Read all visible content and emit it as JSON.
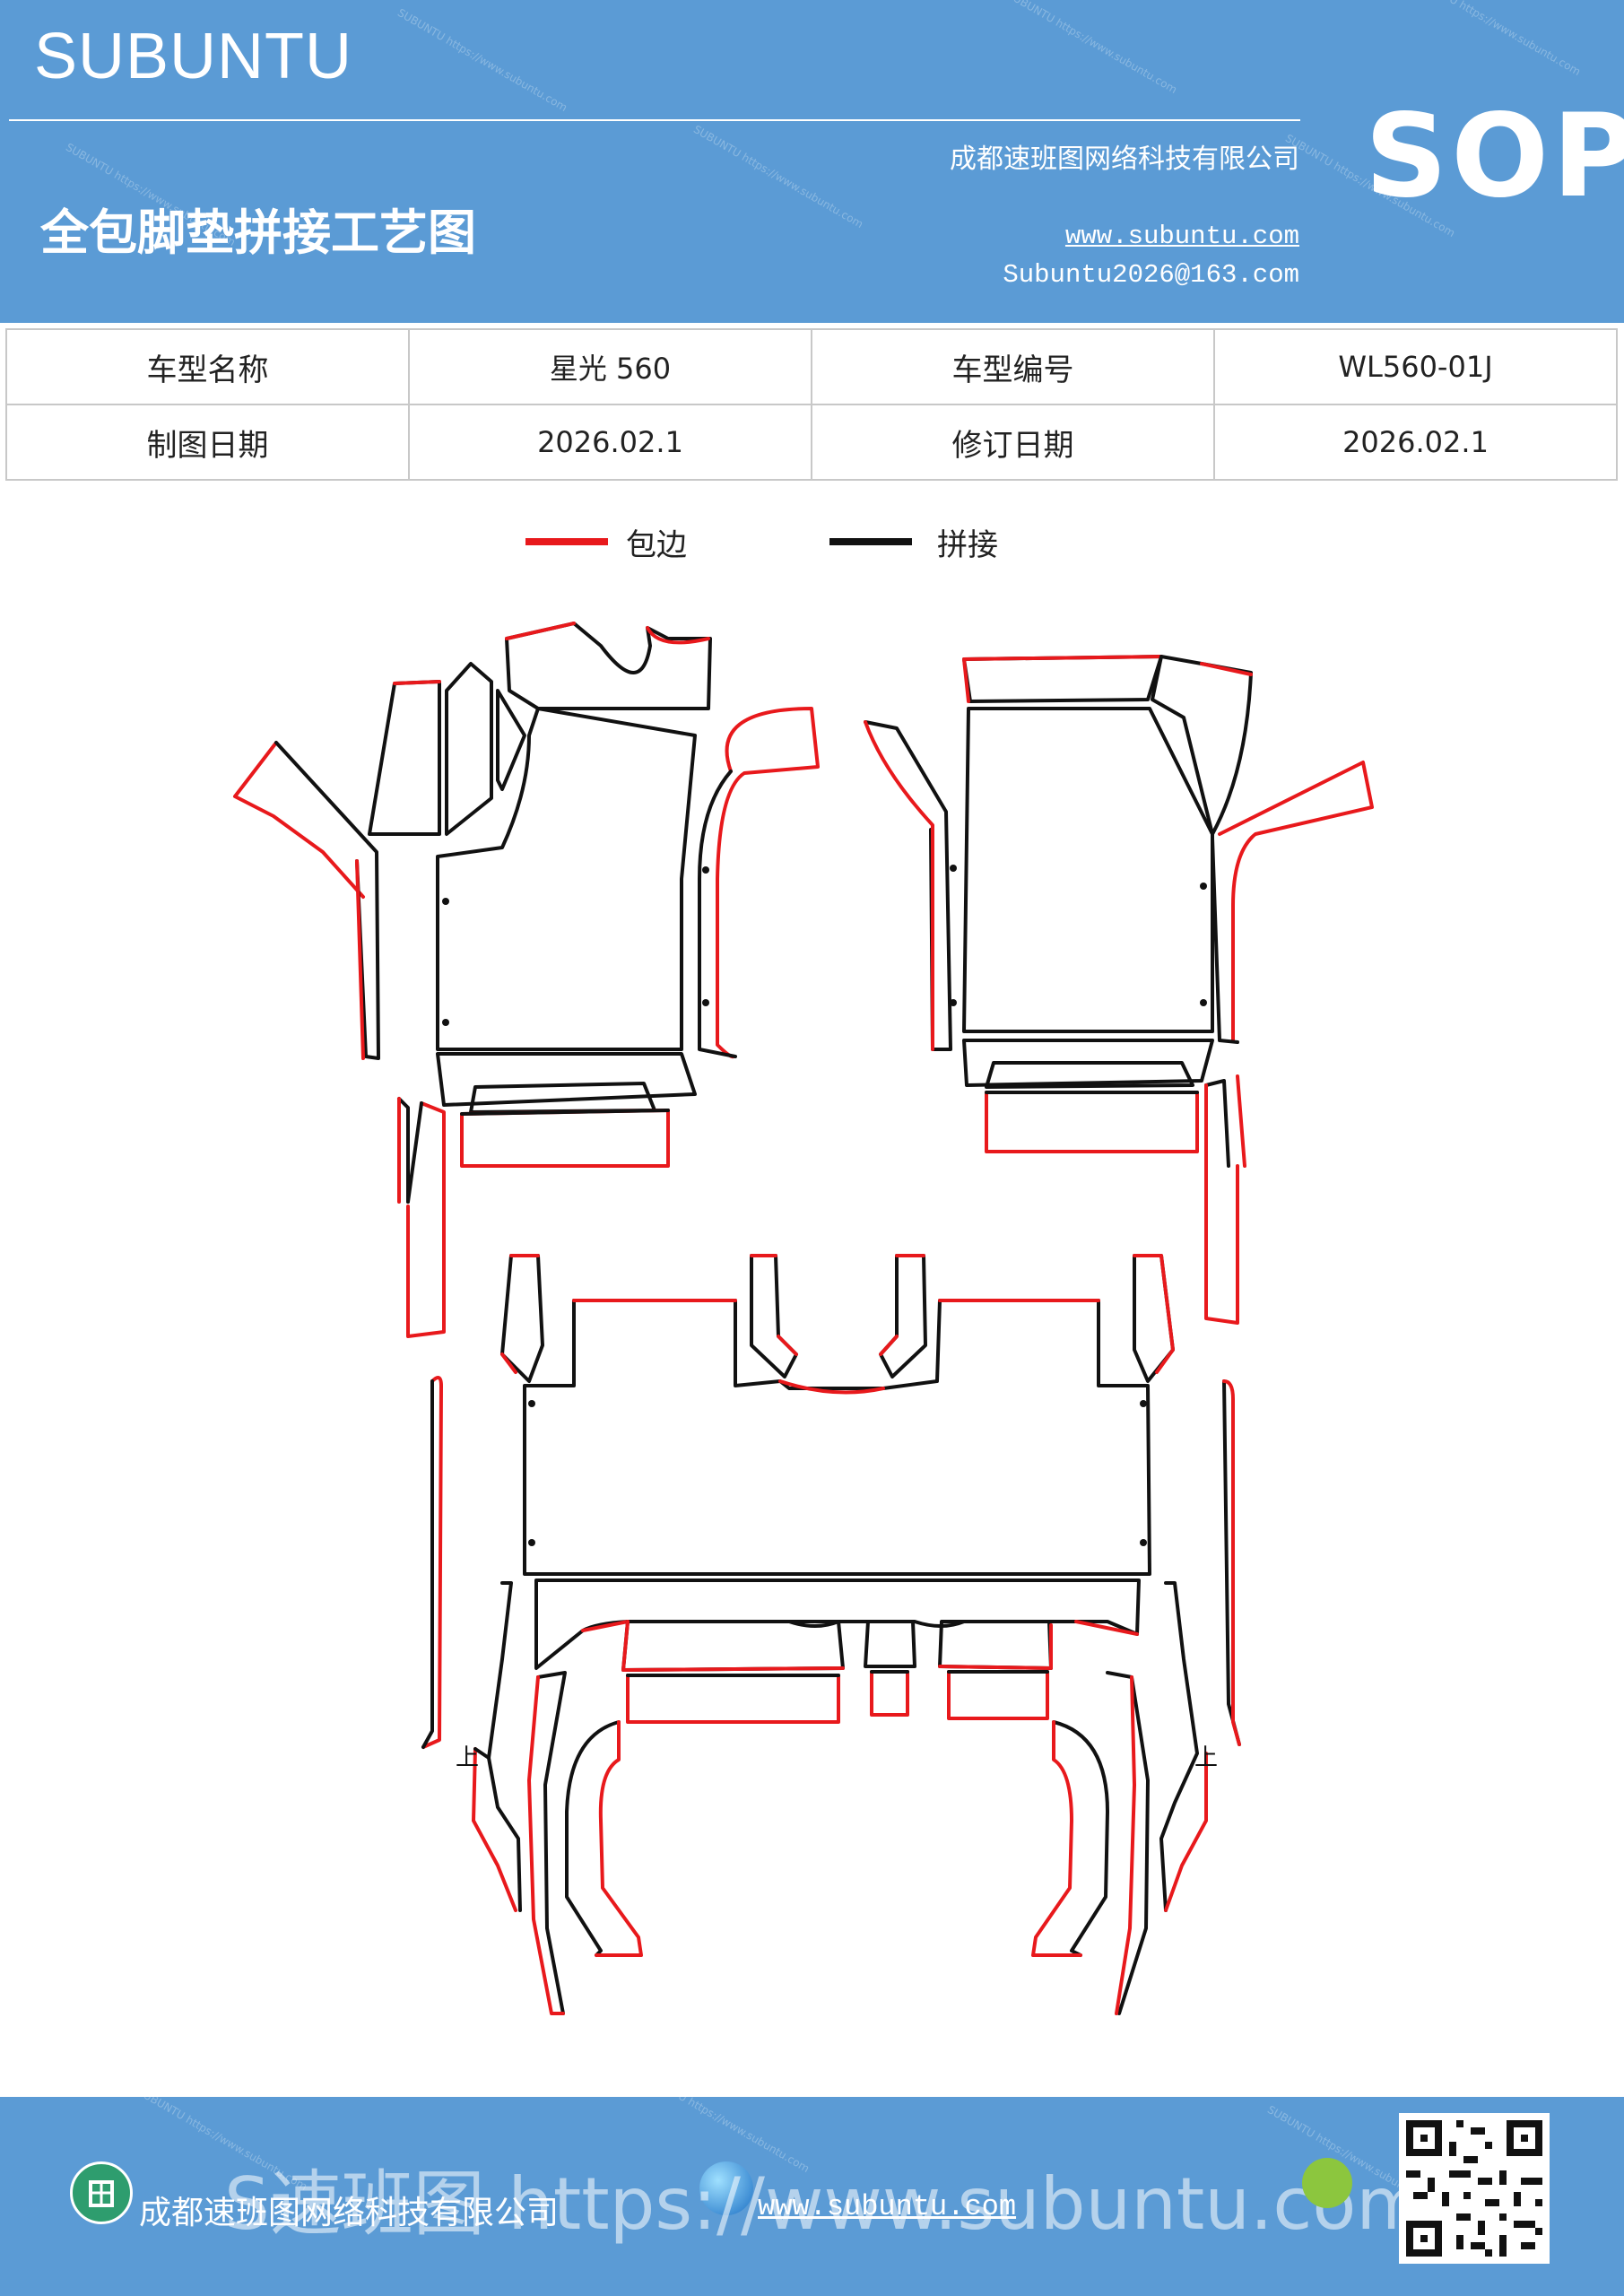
{
  "header": {
    "brand": "SUBUNTU",
    "company": "成都速班图网络科技有限公司",
    "title": "全包脚垫拼接工艺图",
    "website": "www.subuntu.com",
    "email": "Subuntu2026@163.com",
    "badge": "SOP",
    "watermark": "SUBUNTU https://www.subuntu.com"
  },
  "info": {
    "model_name_label": "车型名称",
    "model_name": "星光 560",
    "model_code_label": "车型编号",
    "model_code": "WL560-01J",
    "draw_date_label": "制图日期",
    "draw_date": "2026.02.1",
    "revise_date_label": "修订日期",
    "revise_date": "2026.02.1"
  },
  "legend": {
    "edge_label": "包边",
    "seam_label": "拼接",
    "edge_color": "#e8191c",
    "seam_color": "#111111"
  },
  "diagram": {
    "front_mark_left": "上",
    "front_mark_right": "上"
  },
  "footer": {
    "company": "成都速班图网络科技有限公司",
    "website": "www.subuntu.com",
    "overlay": "S速班图 https://www.subuntu.com"
  }
}
